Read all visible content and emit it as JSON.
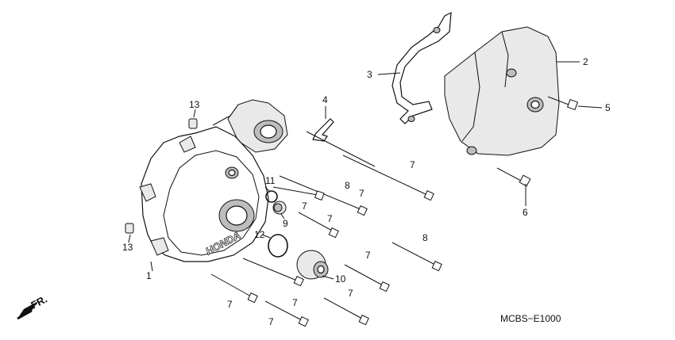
{
  "diagram": {
    "code": "MCBS−E1000",
    "direction_label": "FR.",
    "brand_emboss": "HONDA",
    "callouts": {
      "c1": "1",
      "c2": "2",
      "c3": "3",
      "c4": "4",
      "c5": "5",
      "c6": "6",
      "c7a": "7",
      "c7b": "7",
      "c7c": "7",
      "c7d": "7",
      "c7e": "7",
      "c7f": "7",
      "c7g": "7",
      "c7h": "7",
      "c8a": "8",
      "c8b": "8",
      "c9": "9",
      "c10": "10",
      "c11": "11",
      "c12": "12",
      "c13a": "13",
      "c13b": "13"
    }
  }
}
